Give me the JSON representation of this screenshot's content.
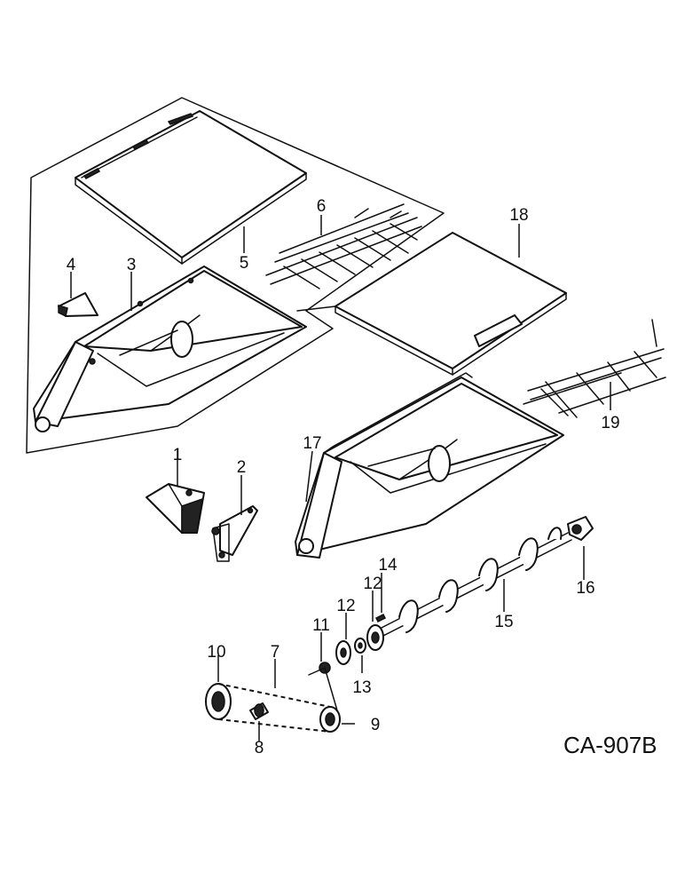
{
  "figure_id": "CA-907B",
  "callouts": {
    "c1": "1",
    "c2": "2",
    "c3": "3",
    "c4": "4",
    "c5": "5",
    "c6": "6",
    "c7": "7",
    "c8": "8",
    "c9": "9",
    "c10": "10",
    "c11": "11",
    "c12a": "12",
    "c12b": "12",
    "c13": "13",
    "c14": "14",
    "c15": "15",
    "c16": "16",
    "c17": "17",
    "c18": "18",
    "c19": "19"
  }
}
